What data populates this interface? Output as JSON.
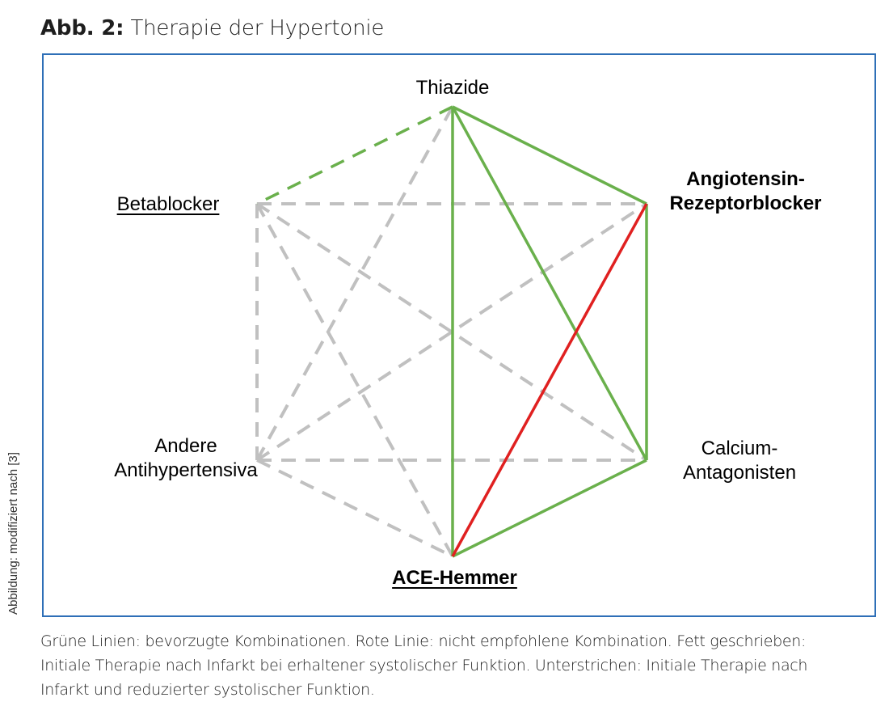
{
  "figure": {
    "label": "Abb. 2:",
    "title": "Therapie der Hypertonie",
    "credit": "Abbildung: modifiziert nach [3]",
    "caption": "Grüne Linien: bevorzugte Kombinationen. Rote Linie: nicht empfohlene Kombination. Fett geschrieben: Initiale Therapie nach Infarkt bei erhaltener systolischer Funktion. Unterstrichen: Initiale Therapie nach Infarkt und reduzierter systolischer Funktion."
  },
  "colors": {
    "preferred": "#6ab04c",
    "not_recommended": "#e02020",
    "other": "#c0c0c0",
    "frame": "#2e6fb7"
  },
  "nodes": [
    {
      "id": "thiazide",
      "label": "Thiazide",
      "bold": false,
      "underline": false
    },
    {
      "id": "arb",
      "label": "Angiotensin-\nRezeptorblocker",
      "line1": "Angiotensin-",
      "line2": "Rezeptorblocker",
      "bold": true,
      "underline": false
    },
    {
      "id": "calcium",
      "label": "Calcium-\nAntagonisten",
      "line1": "Calcium-",
      "line2": "Antagonisten",
      "bold": false,
      "underline": false
    },
    {
      "id": "ace",
      "label": "ACE-Hemmer",
      "bold": true,
      "underline": true
    },
    {
      "id": "andere",
      "label": "Andere\nAntihypertensiva",
      "line1": "Andere",
      "line2": "Antihypertensiva",
      "bold": false,
      "underline": false
    },
    {
      "id": "beta",
      "label": "Betablocker",
      "bold": false,
      "underline": true
    }
  ],
  "edges": [
    {
      "from": "thiazide",
      "to": "arb",
      "type": "preferred",
      "dashed": false
    },
    {
      "from": "thiazide",
      "to": "calcium",
      "type": "preferred",
      "dashed": false
    },
    {
      "from": "thiazide",
      "to": "ace",
      "type": "preferred",
      "dashed": false
    },
    {
      "from": "arb",
      "to": "calcium",
      "type": "preferred",
      "dashed": false
    },
    {
      "from": "calcium",
      "to": "ace",
      "type": "preferred",
      "dashed": false
    },
    {
      "from": "thiazide",
      "to": "beta",
      "type": "preferred",
      "dashed": true
    },
    {
      "from": "arb",
      "to": "ace",
      "type": "not_recommended",
      "dashed": false
    },
    {
      "from": "beta",
      "to": "arb",
      "type": "other",
      "dashed": true
    },
    {
      "from": "beta",
      "to": "andere",
      "type": "other",
      "dashed": true
    },
    {
      "from": "beta",
      "to": "calcium",
      "type": "other",
      "dashed": true
    },
    {
      "from": "beta",
      "to": "ace",
      "type": "other",
      "dashed": true
    },
    {
      "from": "andere",
      "to": "thiazide",
      "type": "other",
      "dashed": true
    },
    {
      "from": "andere",
      "to": "arb",
      "type": "other",
      "dashed": true
    },
    {
      "from": "andere",
      "to": "calcium",
      "type": "other",
      "dashed": true
    },
    {
      "from": "andere",
      "to": "ace",
      "type": "other",
      "dashed": true
    }
  ]
}
